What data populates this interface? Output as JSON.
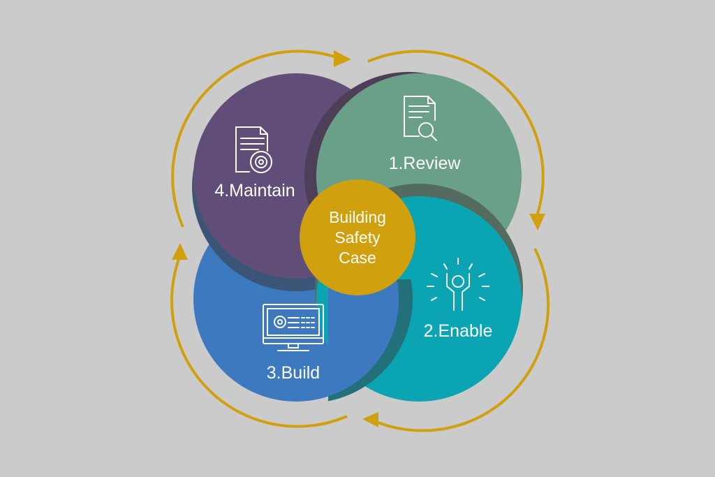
{
  "title": "Building Safety Case",
  "center": {
    "line1": "Building",
    "line2": "Safety",
    "line3": "Case"
  },
  "stages": [
    {
      "label": "1.Review",
      "icon": "document-search-icon",
      "color": "#6ba088"
    },
    {
      "label": "2.Enable",
      "icon": "person-celebrating-icon",
      "color": "#0aa4b2"
    },
    {
      "label": "3.Build",
      "icon": "computer-settings-icon",
      "color": "#3c79be"
    },
    {
      "label": "4.Maintain",
      "icon": "document-gear-icon",
      "color": "#604e78"
    }
  ],
  "colors": {
    "background": "#cbcbcb",
    "accent": "#d1a00e"
  }
}
